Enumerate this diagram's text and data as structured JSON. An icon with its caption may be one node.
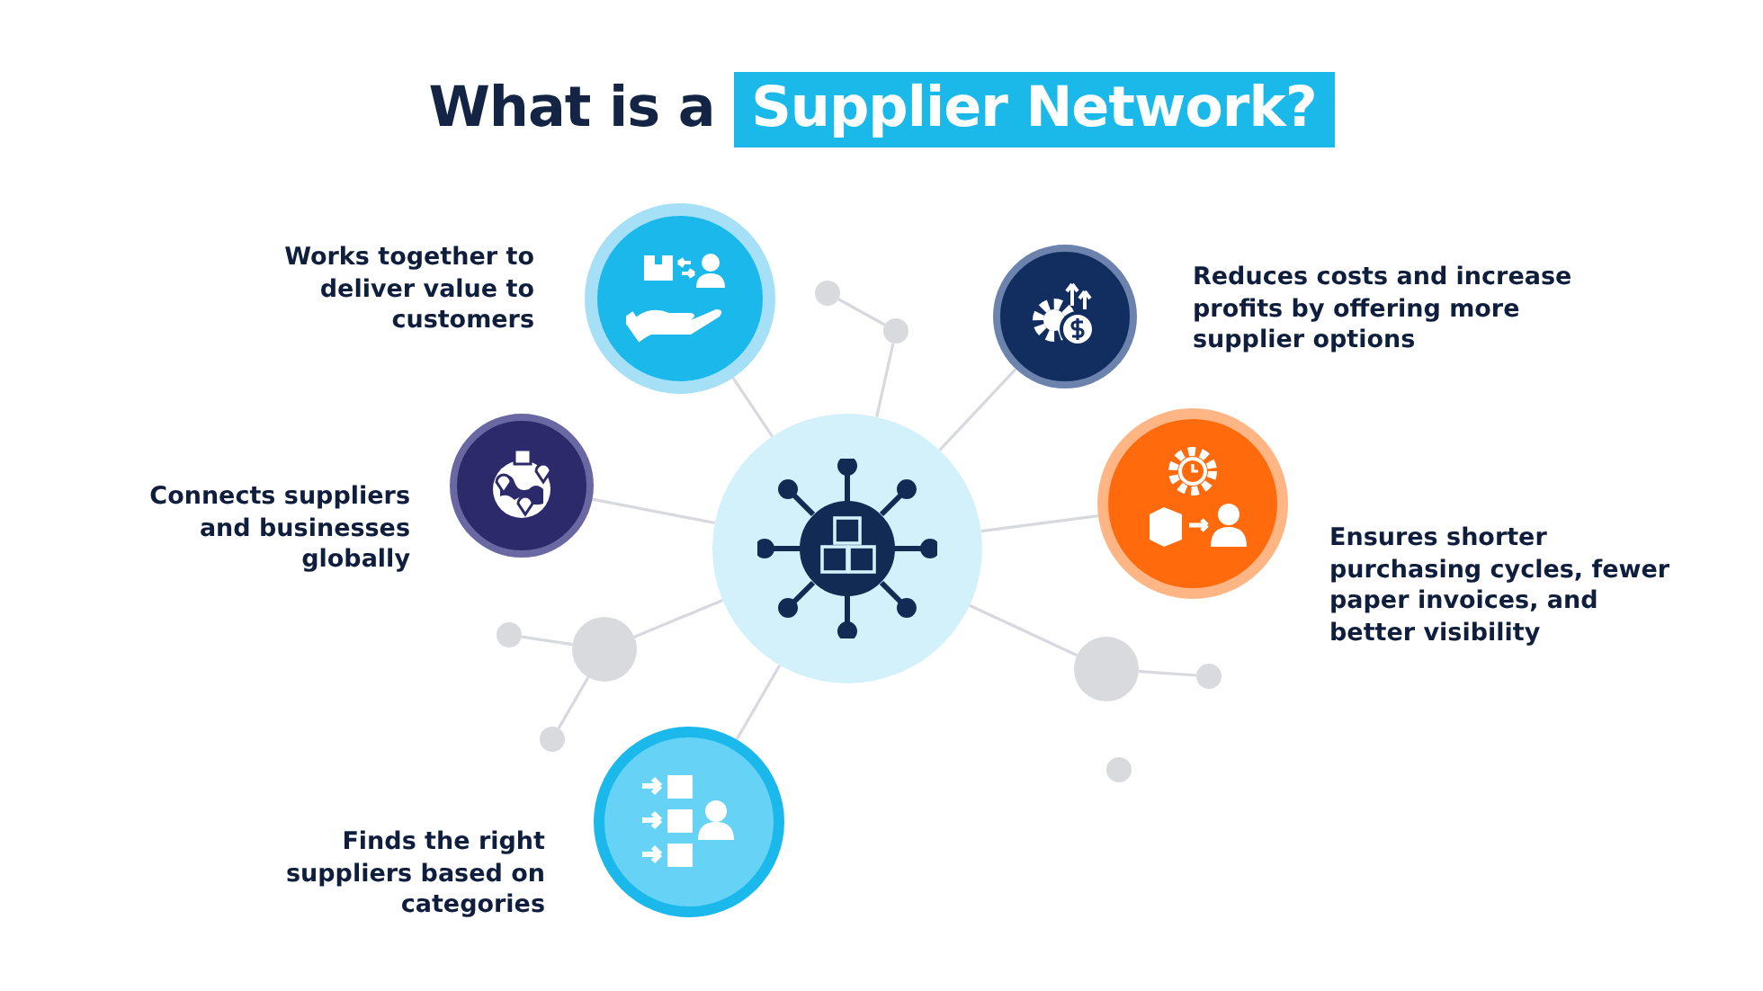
{
  "diagram": {
    "title": "What is a Supplier Network?",
    "nodes": [
      {
        "text": [],
        "shape": "circle",
        "beside": [
          "Works together to deliver value to customers"
        ]
      },
      {
        "text": [],
        "shape": "circle",
        "beside": [
          "Reduces costs and increase profits by offering more supplier options"
        ]
      },
      {
        "text": [],
        "shape": "circle"
      },
      {
        "text": [],
        "shape": "circle"
      },
      {
        "text": [],
        "shape": "circle",
        "beside": [
          "Connects suppliers and businesses globally"
        ]
      },
      {
        "text": [],
        "shape": "circle",
        "beside": [
          "Ensures shorter purchasing cycles, fewer paper invoices, and better visibility"
        ]
      },
      {
        "text": [],
        "shape": "circle"
      },
      {
        "text": [],
        "shape": "circle"
      },
      {
        "text": [],
        "shape": "circle"
      },
      {
        "text": [],
        "shape": "circle"
      },
      {
        "text": [],
        "shape": "circle"
      },
      {
        "text": [],
        "shape": "circle"
      },
      {
        "text": [],
        "shape": "circle"
      },
      {
        "text": [],
        "shape": "circle",
        "beside": [
          "Finds the right suppliers based on categories"
        ]
      }
    ],
    "edges": [
      {
        "from": 6,
        "to": 0,
        "arrow": "none"
      },
      {
        "from": 6,
        "to": 1,
        "arrow": "none"
      },
      {
        "from": 6,
        "to": 3,
        "arrow": "none"
      },
      {
        "from": 3,
        "to": 2,
        "arrow": "none"
      },
      {
        "from": 6,
        "to": 4,
        "arrow": "none"
      },
      {
        "from": 6,
        "to": 5,
        "arrow": "none"
      },
      {
        "from": 6,
        "to": 7,
        "arrow": "none"
      },
      {
        "from": 7,
        "to": 8,
        "arrow": "none"
      },
      {
        "from": 7,
        "to": 11,
        "arrow": "none"
      },
      {
        "from": 6,
        "to": 9,
        "arrow": "none"
      },
      {
        "from": 9,
        "to": 10,
        "arrow": "none"
      },
      {
        "from": 6,
        "to": 13,
        "arrow": "none"
      }
    ]
  }
}
